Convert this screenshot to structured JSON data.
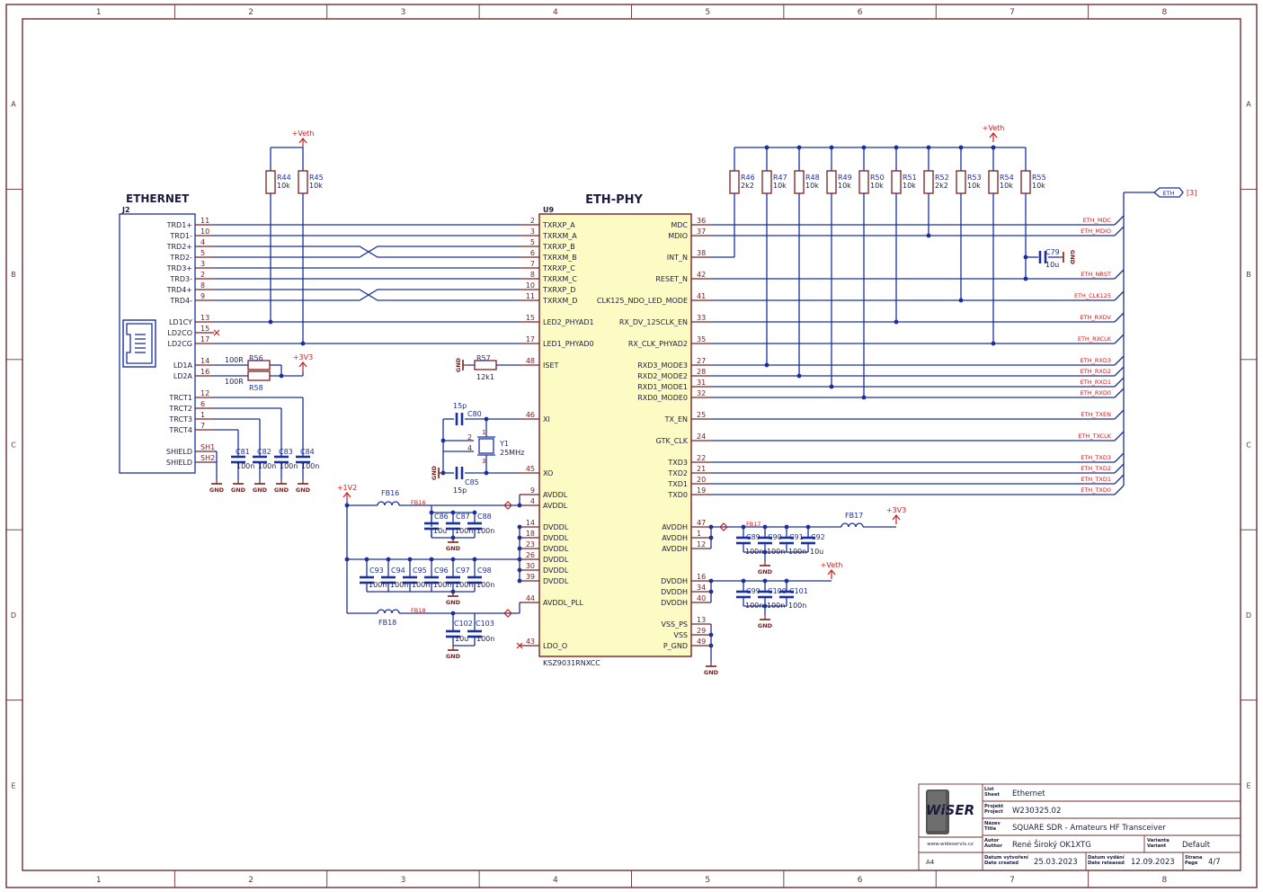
{
  "frame": {
    "col_labels": [
      "1",
      "2",
      "3",
      "4",
      "5",
      "6",
      "7",
      "8"
    ],
    "row_labels": [
      "A",
      "B",
      "C",
      "D",
      "E"
    ]
  },
  "connector": {
    "title": "ETHERNET",
    "ref": "J2",
    "pins": [
      {
        "name": "TRD1+",
        "num": "11"
      },
      {
        "name": "TRD1-",
        "num": "10"
      },
      {
        "name": "TRD2+",
        "num": "4"
      },
      {
        "name": "TRD2-",
        "num": "5"
      },
      {
        "name": "TRD3+",
        "num": "3"
      },
      {
        "name": "TRD3-",
        "num": "2"
      },
      {
        "name": "TRD4+",
        "num": "8"
      },
      {
        "name": "TRD4-",
        "num": "9"
      },
      {
        "name": "LD1CY",
        "num": "13"
      },
      {
        "name": "LD2CO",
        "num": "15"
      },
      {
        "name": "LD2CG",
        "num": "17"
      },
      {
        "name": "LD1A",
        "num": "14"
      },
      {
        "name": "LD2A",
        "num": "16"
      },
      {
        "name": "TRCT1",
        "num": "12"
      },
      {
        "name": "TRCT2",
        "num": "6"
      },
      {
        "name": "TRCT3",
        "num": "1"
      },
      {
        "name": "TRCT4",
        "num": "7"
      },
      {
        "name": "SHIELD",
        "num": "SH1"
      },
      {
        "name": "SHIELD",
        "num": "SH2"
      }
    ]
  },
  "phy": {
    "title": "ETH-PHY",
    "ref": "U9",
    "part": "KSZ9031RNXCC",
    "left_pins": [
      {
        "name": "TXRXP_A",
        "num": "2"
      },
      {
        "name": "TXRXM_A",
        "num": "3"
      },
      {
        "name": "TXRXP_B",
        "num": "5"
      },
      {
        "name": "TXRXM_B",
        "num": "6"
      },
      {
        "name": "TXRXP_C",
        "num": "7"
      },
      {
        "name": "TXRXM_C",
        "num": "8"
      },
      {
        "name": "TXRXP_D",
        "num": "10"
      },
      {
        "name": "TXRXM_D",
        "num": "11"
      },
      {
        "name": "LED2_PHYAD1",
        "num": "15"
      },
      {
        "name": "LED1_PHYAD0",
        "num": "17"
      },
      {
        "name": "ISET",
        "num": "48"
      },
      {
        "name": "XI",
        "num": "46"
      },
      {
        "name": "XO",
        "num": "45"
      },
      {
        "name": "AVDDL",
        "num": "9"
      },
      {
        "name": "AVDDL",
        "num": "4"
      },
      {
        "name": "DVDDL",
        "num": "14"
      },
      {
        "name": "DVDDL",
        "num": "18"
      },
      {
        "name": "DVDDL",
        "num": "23"
      },
      {
        "name": "DVDDL",
        "num": "26"
      },
      {
        "name": "DVDDL",
        "num": "30"
      },
      {
        "name": "DVDDL",
        "num": "39"
      },
      {
        "name": "AVDDL_PLL",
        "num": "44"
      },
      {
        "name": "LDO_O",
        "num": "43"
      }
    ],
    "right_pins": [
      {
        "name": "MDC",
        "num": "36"
      },
      {
        "name": "MDIO",
        "num": "37"
      },
      {
        "name": "INT_N",
        "num": "38"
      },
      {
        "name": "RESET_N",
        "num": "42"
      },
      {
        "name": "CLK125_NDO_LED_MODE",
        "num": "41"
      },
      {
        "name": "RX_DV_125CLK_EN",
        "num": "33"
      },
      {
        "name": "RX_CLK_PHYAD2",
        "num": "35"
      },
      {
        "name": "RXD3_MODE3",
        "num": "27"
      },
      {
        "name": "RXD2_MODE2",
        "num": "28"
      },
      {
        "name": "RXD1_MODE1",
        "num": "31"
      },
      {
        "name": "RXD0_MODE0",
        "num": "32"
      },
      {
        "name": "TX_EN",
        "num": "25"
      },
      {
        "name": "GTK_CLK",
        "num": "24"
      },
      {
        "name": "TXD3",
        "num": "22"
      },
      {
        "name": "TXD2",
        "num": "21"
      },
      {
        "name": "TXD1",
        "num": "20"
      },
      {
        "name": "TXD0",
        "num": "19"
      },
      {
        "name": "AVDDH",
        "num": "47"
      },
      {
        "name": "AVDDH",
        "num": "1"
      },
      {
        "name": "AVDDH",
        "num": "12"
      },
      {
        "name": "DVDDH",
        "num": "16"
      },
      {
        "name": "DVDDH",
        "num": "34"
      },
      {
        "name": "DVDDH",
        "num": "40"
      },
      {
        "name": "VSS_PS",
        "num": "13"
      },
      {
        "name": "VSS",
        "num": "29"
      },
      {
        "name": "P_GND",
        "num": "49"
      }
    ]
  },
  "pullups": [
    {
      "ref": "R46",
      "val": "2k2"
    },
    {
      "ref": "R47",
      "val": "10k"
    },
    {
      "ref": "R48",
      "val": "10k"
    },
    {
      "ref": "R49",
      "val": "10k"
    },
    {
      "ref": "R50",
      "val": "10k"
    },
    {
      "ref": "R51",
      "val": "10k"
    },
    {
      "ref": "R52",
      "val": "2k2"
    },
    {
      "ref": "R53",
      "val": "10k"
    },
    {
      "ref": "R54",
      "val": "10k"
    },
    {
      "ref": "R55",
      "val": "10k"
    }
  ],
  "led_pullups": [
    {
      "ref": "R44",
      "val": "10k"
    },
    {
      "ref": "R45",
      "val": "10k"
    }
  ],
  "nets": [
    "ETH_MDC",
    "ETH_MDIO",
    "ETH_NRST",
    "ETH_CLK125",
    "ETH_RXDV",
    "ETH_RXCLK",
    "ETH_RXD3",
    "ETH_RXD2",
    "ETH_RXD1",
    "ETH_RXD0",
    "ETH_TXEN",
    "ETH_TXCLK",
    "ETH_TXD3",
    "ETH_TXD2",
    "ETH_TXD1",
    "ETH_TXD0"
  ],
  "bus": {
    "label": "ETH",
    "ref": "[3]"
  },
  "power": {
    "veth": "+Veth",
    "v3v3": "+3V3",
    "v1v2": "+1V2",
    "gnd": "GND"
  },
  "parts": {
    "r56": "R56",
    "r56_val": "100R",
    "r58": "R58",
    "r58_val": "100R",
    "r57": "R57",
    "r57_val": "12k1",
    "c79": "C79",
    "c79_val": "10u",
    "c80": "C80",
    "c80_val": "15p",
    "c85": "C85",
    "c85_val": "15p",
    "y1": "Y1",
    "y1_val": "25MHz",
    "y1_p1": "1",
    "y1_p2": "2",
    "y1_p3": "3",
    "y1_p4": "4",
    "fb16": "FB16",
    "fb16_net": "FB16",
    "fb17": "FB17",
    "fb17_net": "FB17",
    "fb18": "FB18",
    "fb18_net": "FB18",
    "c81": "C81",
    "c82": "C82",
    "c83": "C83",
    "c84": "C84",
    "cap_100n": "100n",
    "cap_10u": "10u",
    "c86": "C86",
    "c87": "C87",
    "c88": "C88",
    "c93": "C93",
    "c94": "C94",
    "c95": "C95",
    "c96": "C96",
    "c97": "C97",
    "c98": "C98",
    "c102": "C102",
    "c103": "C103",
    "c89": "C89",
    "c90": "C90",
    "c91": "C91",
    "c92": "C92",
    "c99": "C99",
    "c100": "C100",
    "c101": "C101"
  },
  "title_block": {
    "logo_text": "WiSER",
    "website": "www.wideservis.cz",
    "sheet_label_cz": "List",
    "sheet_label_en": "Sheet",
    "sheet_value": "Ethernet",
    "project_label_cz": "Projekt",
    "project_label_en": "Project",
    "project_value": "W230325.02",
    "title_label_cz": "Název",
    "title_label_en": "Title",
    "title_value": "SQUARE SDR - Amateurs HF Transceiver",
    "author_label_cz": "Autor",
    "author_label_en": "Author",
    "author_value": "René Široký OK1XTG",
    "variant_label_cz": "Varianta",
    "variant_label_en": "Variant",
    "variant_value": "Default",
    "size": "A4",
    "created_label_cz": "Datum vytvoření",
    "created_label_en": "Date created",
    "created_value": "25.03.2023",
    "released_label_cz": "Datum vydání",
    "released_label_en": "Date released",
    "released_value": "12.09.2023",
    "page_label_cz": "Strana",
    "page_label_en": "Page",
    "page_value": "4/7"
  }
}
